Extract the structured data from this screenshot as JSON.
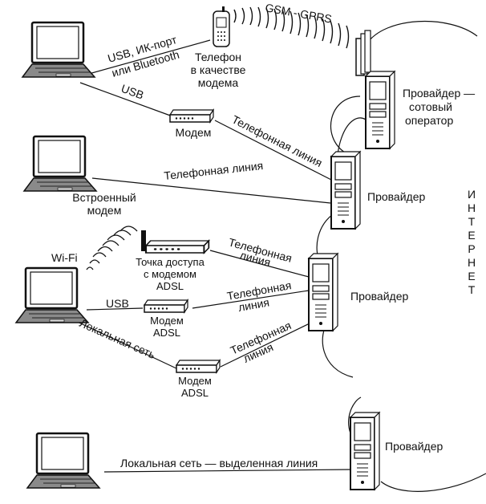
{
  "links": {
    "usb_ir_bt_1": "USB, ИК-порт",
    "usb_ir_bt_2": "или Bluetooth",
    "gsm": "GSM - GPRS",
    "usb_top": "USB",
    "phone_line_1": "Телефонная линия",
    "phone_line_2": "Телефонная линия",
    "phone_line_3a": "Телефонная",
    "phone_line_3b": "линия",
    "phone_line_4a": "Телефонная",
    "phone_line_4b": "линия",
    "phone_line_5a": "Телефонная",
    "phone_line_5b": "линия",
    "wifi": "Wi-Fi",
    "usb_mid": "USB",
    "lan": "Локальная сеть",
    "leased": "Локальная сеть — выделенная линия"
  },
  "devices": {
    "phone_1": "Телефон",
    "phone_2": "в качестве",
    "phone_3": "модема",
    "modem": "Модем",
    "builtin_1": "Встроенный",
    "builtin_2": "модем",
    "ap_1": "Точка доступа",
    "ap_2": "с модемом",
    "ap_3": "ADSL",
    "adsl1_1": "Модем",
    "adsl1_2": "ADSL",
    "adsl2_1": "Модем",
    "adsl2_2": "ADSL"
  },
  "providers": {
    "cell_1": "Провайдер —",
    "cell_2": "сотовый",
    "cell_3": "оператор",
    "p1": "Провайдер",
    "p2": "Провайдер",
    "p3": "Провайдер"
  },
  "internet_letters": [
    "И",
    "Н",
    "Т",
    "Е",
    "Р",
    "Н",
    "Е",
    "Т"
  ]
}
